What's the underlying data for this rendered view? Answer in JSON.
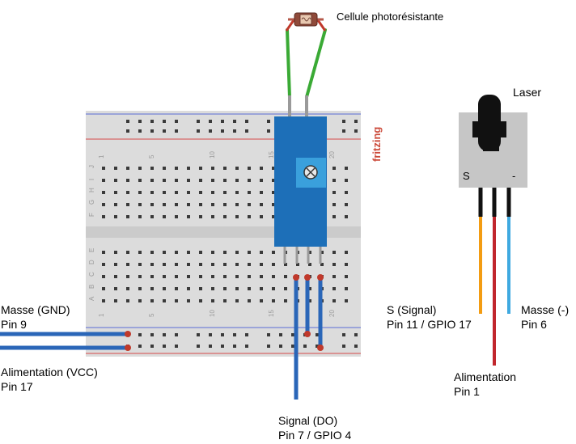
{
  "labels": {
    "sensor": "Cellule photorésistante",
    "laser": "Laser",
    "brand": "fritzing",
    "gnd_line1": "Masse (GND)",
    "gnd_line2": "Pin 9",
    "vcc_line1": "Alimentation (VCC)",
    "vcc_line2": "Pin 17",
    "do_line1": "Signal (DO)",
    "do_line2": "Pin 7 / GPIO 4",
    "laser_s_pin": "S",
    "laser_minus_pin": "-",
    "laser_signal_line1": "S (Signal)",
    "laser_signal_line2": "Pin 11 / GPIO 17",
    "laser_gnd_line1": "Masse (-)",
    "laser_gnd_line2": "Pin 6",
    "laser_power_line1": "Alimentation",
    "laser_power_line2": "Pin 1"
  },
  "breadboard": {
    "row_letters_top": [
      "J",
      "I",
      "H",
      "G",
      "F"
    ],
    "row_letters_bottom": [
      "E",
      "D",
      "C",
      "B",
      "A"
    ],
    "column_numbers": [
      "1",
      "5",
      "10",
      "15",
      "20"
    ]
  },
  "colors": {
    "wire_blue": "#2a66b8",
    "wire_green": "#3aaa35",
    "wire_red": "#c1272d",
    "wire_orange": "#f39c12",
    "wire_lightblue": "#3fa9e0",
    "module_blue": "#1d6fb8",
    "brand_red": "#cc4a3a"
  }
}
